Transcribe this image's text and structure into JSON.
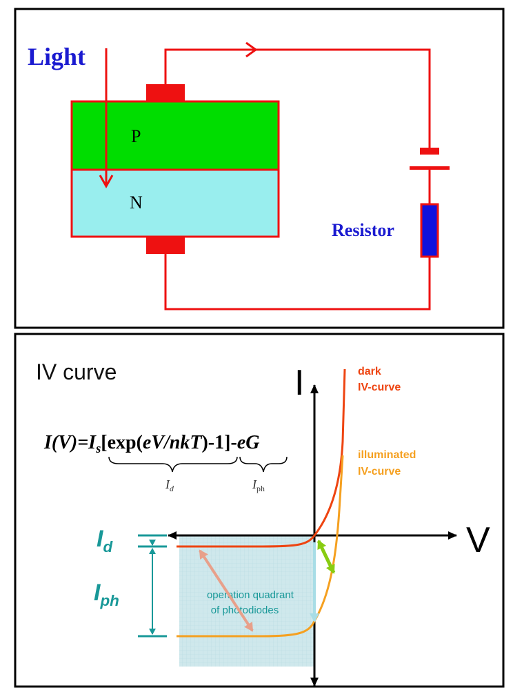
{
  "circuit": {
    "light_label": "Light",
    "p_label": "P",
    "n_label": "N",
    "resistor_label": "Resistor"
  },
  "iv": {
    "title": "IV curve",
    "axis_i": "I",
    "axis_v": "V",
    "dark_line1": "dark",
    "dark_line2": "IV-curve",
    "illum_line1": "illuminated",
    "illum_line2": "IV-curve",
    "eq": {
      "p1": "I(V)=I",
      "p1_sub": "s",
      "p2": "[exp(",
      "p3": "eV/nkT",
      "p4": ")-1]-",
      "p5": "eG"
    },
    "brace_id": "I",
    "brace_id_sub": "d",
    "brace_iph": "I",
    "brace_iph_sub": "ph",
    "id_label": "I",
    "id_label_sub": "d",
    "iph_label": "I",
    "iph_label_sub": "ph",
    "quadrant_line1": "operation quadrant",
    "quadrant_line2": "of photodiodes"
  },
  "colors": {
    "circuit_red": "#ee1111",
    "p_region": "#00dd00",
    "n_region": "#99eeee",
    "resistor_fill": "#1111dd",
    "blue_text": "#1a1ad0",
    "dark_curve": "#ee4411",
    "illuminated_curve": "#f5a020",
    "teal": "#189898",
    "green_arrow": "#88cc11",
    "pink_arrow": "#e8a08a",
    "quadrant_fill": "#cfe8ec"
  }
}
